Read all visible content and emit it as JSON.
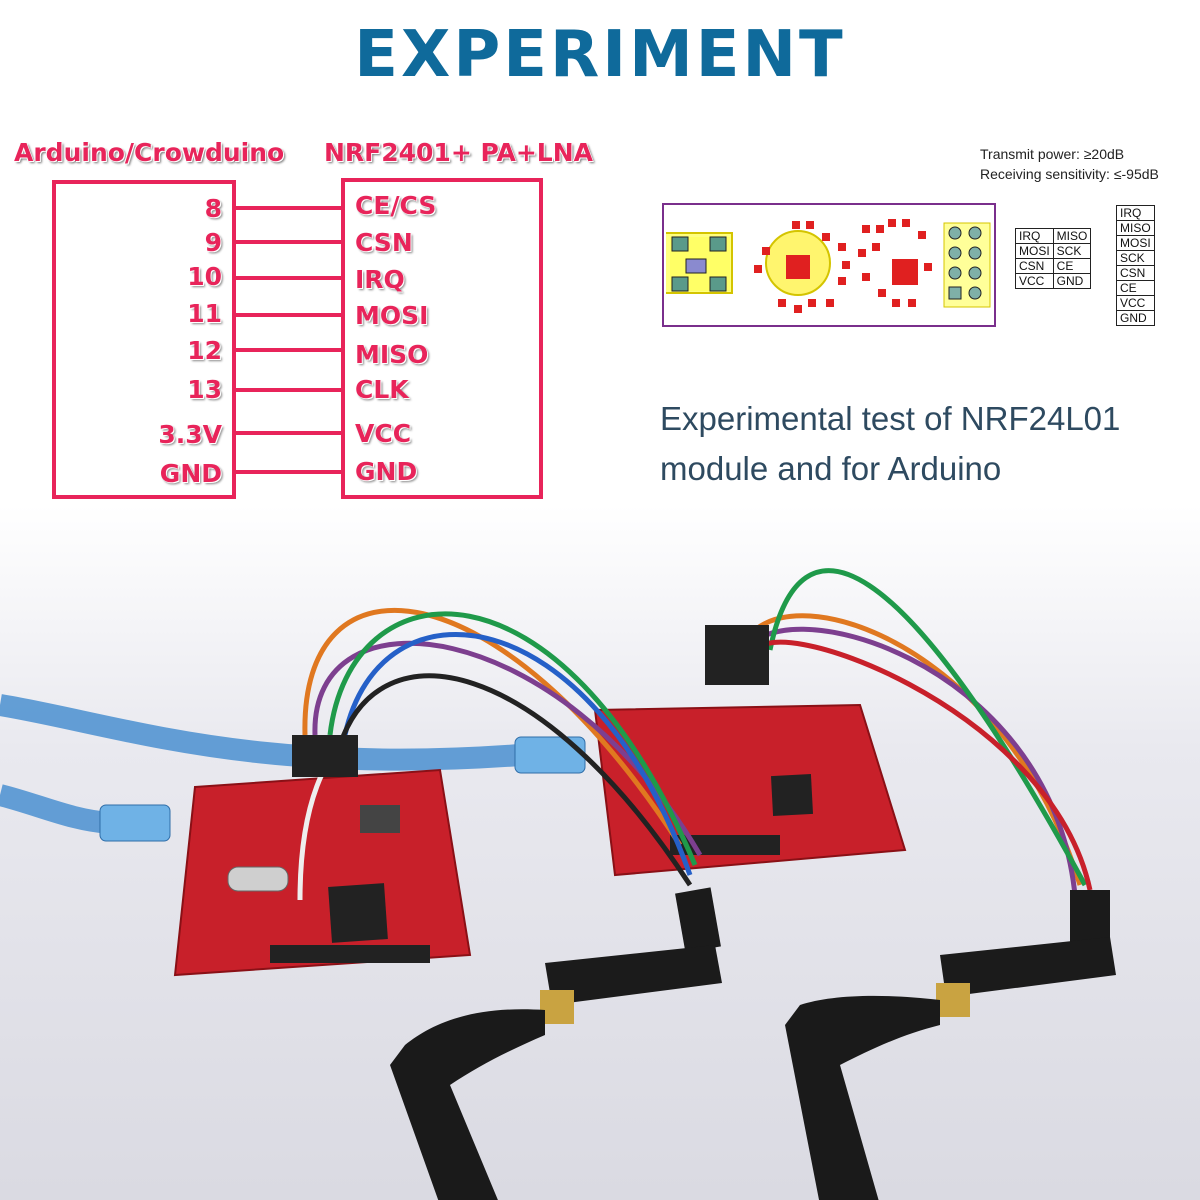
{
  "title": "EXPERIMENT",
  "left_header": "Arduino/Crowduino",
  "right_header": "NRF2401+ PA+LNA",
  "pins": [
    {
      "arduino": "8",
      "nrf": "CE/CS"
    },
    {
      "arduino": "9",
      "nrf": "CSN"
    },
    {
      "arduino": "10",
      "nrf": "IRQ"
    },
    {
      "arduino": "11",
      "nrf": "MOSI"
    },
    {
      "arduino": "12",
      "nrf": "MISO"
    },
    {
      "arduino": "13",
      "nrf": "CLK"
    },
    {
      "arduino": "3.3V",
      "nrf": "VCC"
    },
    {
      "arduino": "GND",
      "nrf": "GND"
    }
  ],
  "specs": {
    "transmit": "Transmit power: ≥20dB",
    "receive": "Receiving sensitivity: ≤-95dB"
  },
  "pin_table_grid": [
    [
      "IRQ",
      "MISO"
    ],
    [
      "MOSI",
      "SCK"
    ],
    [
      "CSN",
      "CE"
    ],
    [
      "VCC",
      "GND"
    ]
  ],
  "pin_table_column": [
    "IRQ",
    "MISO",
    "MOSI",
    "SCK",
    "CSN",
    "CE",
    "VCC",
    "GND"
  ],
  "description": {
    "line1": "Experimental test of NRF24L01",
    "line2": "module and for Arduino"
  },
  "colors": {
    "title": "#0f6a9b",
    "diagram": "#e8245a",
    "board": "#c8202a",
    "cable": "#3a86c8"
  }
}
